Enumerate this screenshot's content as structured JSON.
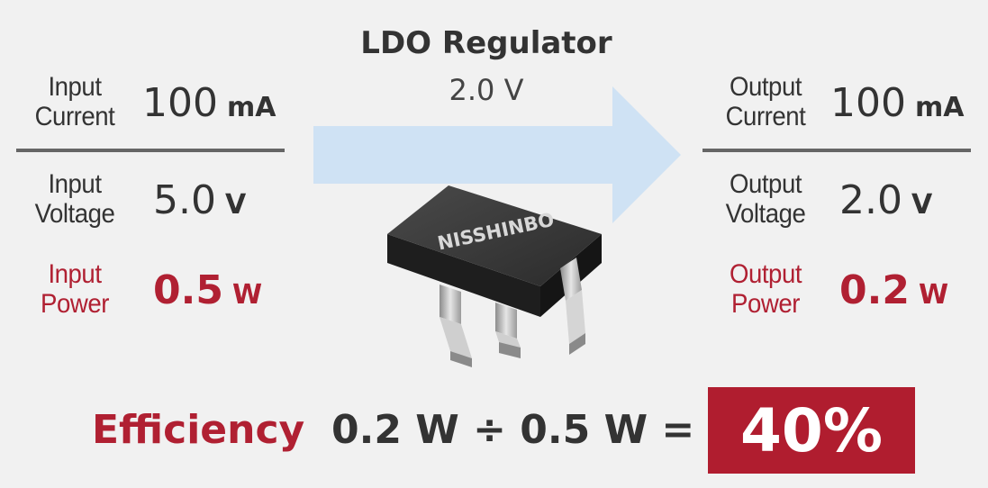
{
  "regulator": {
    "name": "LDO Regulator",
    "voltage": "2.0 V"
  },
  "input": {
    "current": {
      "label_line1": "Input",
      "label_line2": "Current",
      "value": "100",
      "unit": "mA"
    },
    "voltage": {
      "label_line1": "Input",
      "label_line2": "Voltage",
      "value": "5.0",
      "unit": "V"
    },
    "power": {
      "label_line1": "Input",
      "label_line2": "Power",
      "value": "0.5",
      "unit": "W"
    }
  },
  "output": {
    "current": {
      "label_line1": "Output",
      "label_line2": "Current",
      "value": "100",
      "unit": "mA"
    },
    "voltage": {
      "label_line1": "Output",
      "label_line2": "Voltage",
      "value": "2.0",
      "unit": "V"
    },
    "power": {
      "label_line1": "Output",
      "label_line2": "Power",
      "value": "0.2",
      "unit": "W"
    }
  },
  "chip": {
    "brand": "NISSHINBO"
  },
  "efficiency": {
    "label": "Efficiency",
    "equation": "0.2 W ÷ 0.5 W =",
    "result": "40%"
  },
  "colors": {
    "accent": "#b01d2f",
    "arrow": "#cfe2f4",
    "text": "#333333",
    "background": "#f1f1f1"
  }
}
